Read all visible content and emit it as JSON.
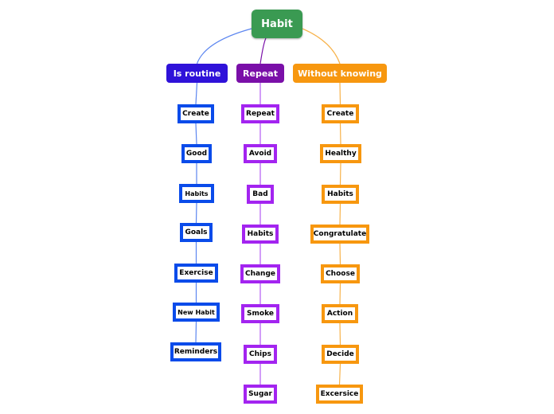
{
  "root": {
    "label": "Habit",
    "color": "#3a9a52"
  },
  "branches": [
    {
      "label": "Is routine",
      "color": "#2f12d9",
      "border_color": "#0a4bea",
      "line_color": "#5c86f0",
      "items": [
        "Create",
        "Good",
        "Habits",
        "Goals",
        "Exercise",
        "New Habit",
        "Reminders"
      ]
    },
    {
      "label": "Repeat",
      "color": "#7a0fa8",
      "border_color": "#a324f0",
      "line_color": "#b55af2",
      "items": [
        "Repeat",
        "Avoid",
        "Bad",
        "Habits",
        "Change",
        "Smoke",
        "Chips",
        "Sugar"
      ]
    },
    {
      "label": "Without knowing",
      "color": "#f7970f",
      "border_color": "#f7970f",
      "line_color": "#f7b24a",
      "items": [
        "Create",
        "Healthy",
        "Habits",
        "Congratulate",
        "Choose",
        "Action",
        "Decide",
        "Excersice"
      ]
    }
  ]
}
